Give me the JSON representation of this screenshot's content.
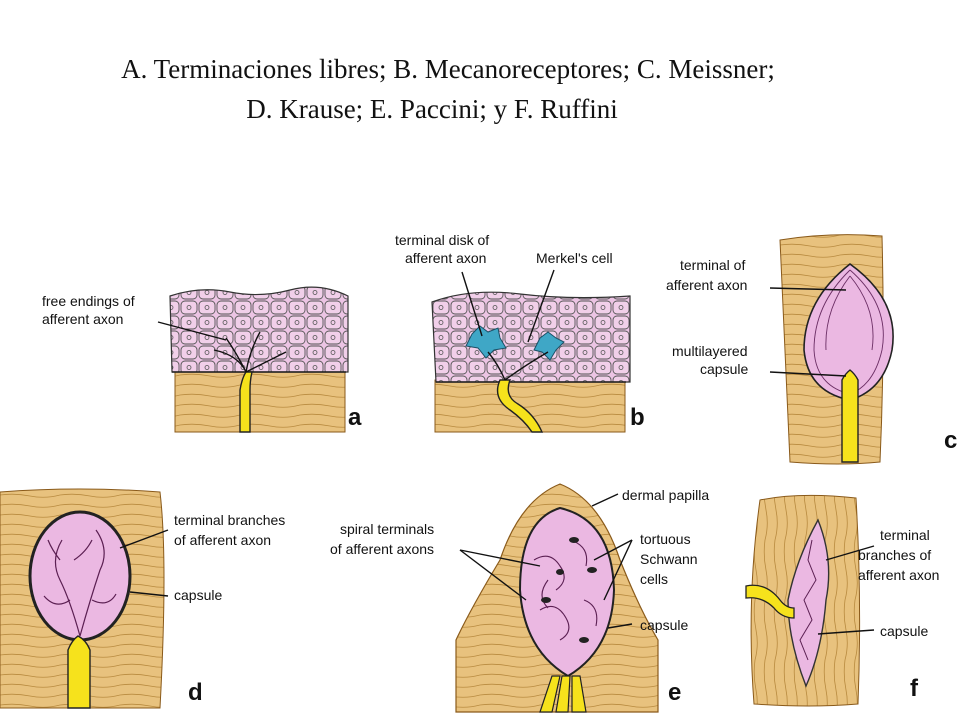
{
  "title": {
    "line1": "A. Terminaciones  libres; B. Mecanoreceptores; C. Meissner;",
    "line2": "D. Krause;  E. Paccini;  y F. Ruffini"
  },
  "colors": {
    "dermis": "#e8c27e",
    "dermis_stroke": "#8a5a1a",
    "epidermis": "#ecc4e4",
    "capsule_pink": "#ebb8e2",
    "axon": "#f6e21c",
    "merkel": "#3fa7c6",
    "outline": "#222222"
  },
  "panels": {
    "a": {
      "letter": "a",
      "labels": [
        "free endings of",
        "afferent axon"
      ]
    },
    "b": {
      "letter": "b",
      "labels": [
        "terminal disk of",
        "afferent axon",
        "Merkel's cell"
      ]
    },
    "c": {
      "letter": "c",
      "labels": [
        "terminal of",
        "afferent axon",
        "multilayered",
        "capsule"
      ]
    },
    "d": {
      "letter": "d",
      "labels": [
        "terminal branches",
        "of afferent axon",
        "capsule"
      ]
    },
    "e": {
      "letter": "e",
      "labels": [
        "dermal papilla",
        "spiral terminals",
        "of afferent axons",
        "tortuous",
        "Schwann",
        "cells",
        "capsule"
      ]
    },
    "f": {
      "letter": "f",
      "labels": [
        "terminal",
        "branches of",
        "afferent axon",
        "capsule"
      ]
    }
  }
}
